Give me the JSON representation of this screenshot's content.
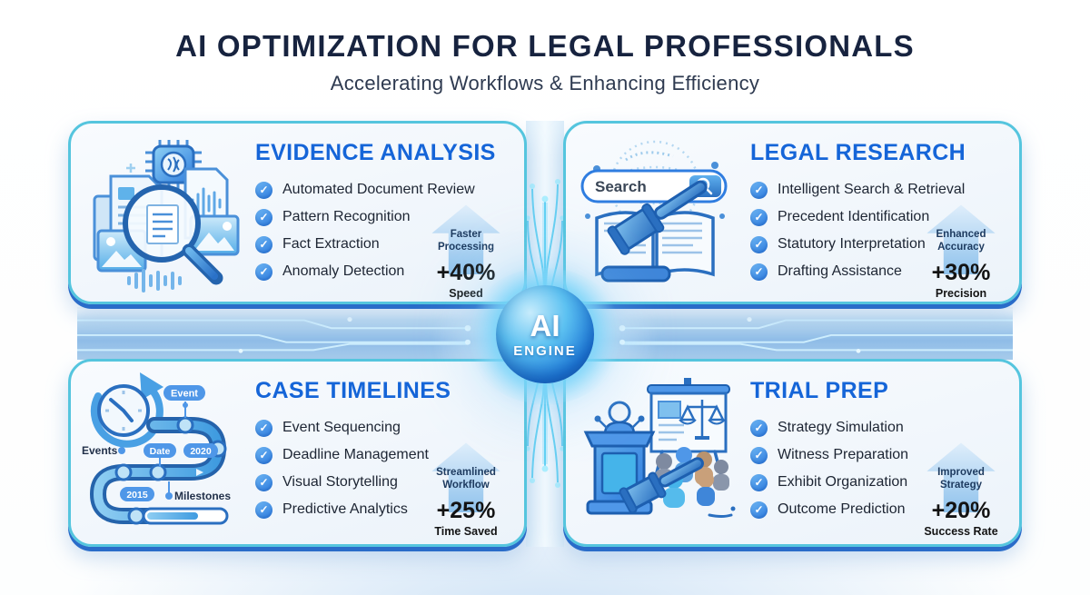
{
  "header": {
    "title": "AI OPTIMIZATION FOR LEGAL PROFESSIONALS",
    "subtitle": "Accelerating Workflows & Enhancing Efficiency"
  },
  "center": {
    "line1": "AI",
    "line2": "ENGINE"
  },
  "icons": {
    "check": "✓"
  },
  "colors": {
    "card_border": "#55c5de",
    "card_edge": "#2a6cc9",
    "heading_blue": "#1565d8",
    "title_navy": "#17233f",
    "check_blue": "#2e7cdf",
    "sphere_blue": "#1f7bd9",
    "glow_cyan": "#60cdf6"
  },
  "cards": [
    {
      "id": "evidence-analysis",
      "title": "EVIDENCE ANALYSIS",
      "items": [
        "Automated Document Review",
        "Pattern Recognition",
        "Fact Extraction",
        "Anomaly Detection"
      ],
      "badge": {
        "line1": "Faster",
        "line2": "Processing",
        "value": "+40%",
        "metric": "Speed"
      }
    },
    {
      "id": "legal-research",
      "title": "LEGAL RESEARCH",
      "items": [
        "Intelligent Search & Retrieval",
        "Precedent Identification",
        "Statutory Interpretation",
        "Drafting Assistance"
      ],
      "badge": {
        "line1": "Enhanced",
        "line2": "Accuracy",
        "value": "+30%",
        "metric": "Precision"
      },
      "icon_labels": {
        "search": "Search"
      }
    },
    {
      "id": "case-timelines",
      "title": "CASE TIMELINES",
      "items": [
        "Event Sequencing",
        "Deadline Management",
        "Visual Storytelling",
        "Predictive Analytics"
      ],
      "badge": {
        "line1": "Streamlined",
        "line2": "Workflow",
        "value": "+25%",
        "metric": "Time Saved"
      },
      "icon_labels": {
        "event": "Event",
        "events": "Events",
        "date": "Date",
        "year_2020": "2020",
        "year_2015": "2015",
        "milestones": "Milestones"
      }
    },
    {
      "id": "trial-prep",
      "title": "TRIAL PREP",
      "items": [
        "Strategy Simulation",
        "Witness Preparation",
        "Exhibit Organization",
        "Outcome Prediction"
      ],
      "badge": {
        "line1": "Improved",
        "line2": "Strategy",
        "value": "+20%",
        "metric": "Success Rate"
      }
    }
  ]
}
